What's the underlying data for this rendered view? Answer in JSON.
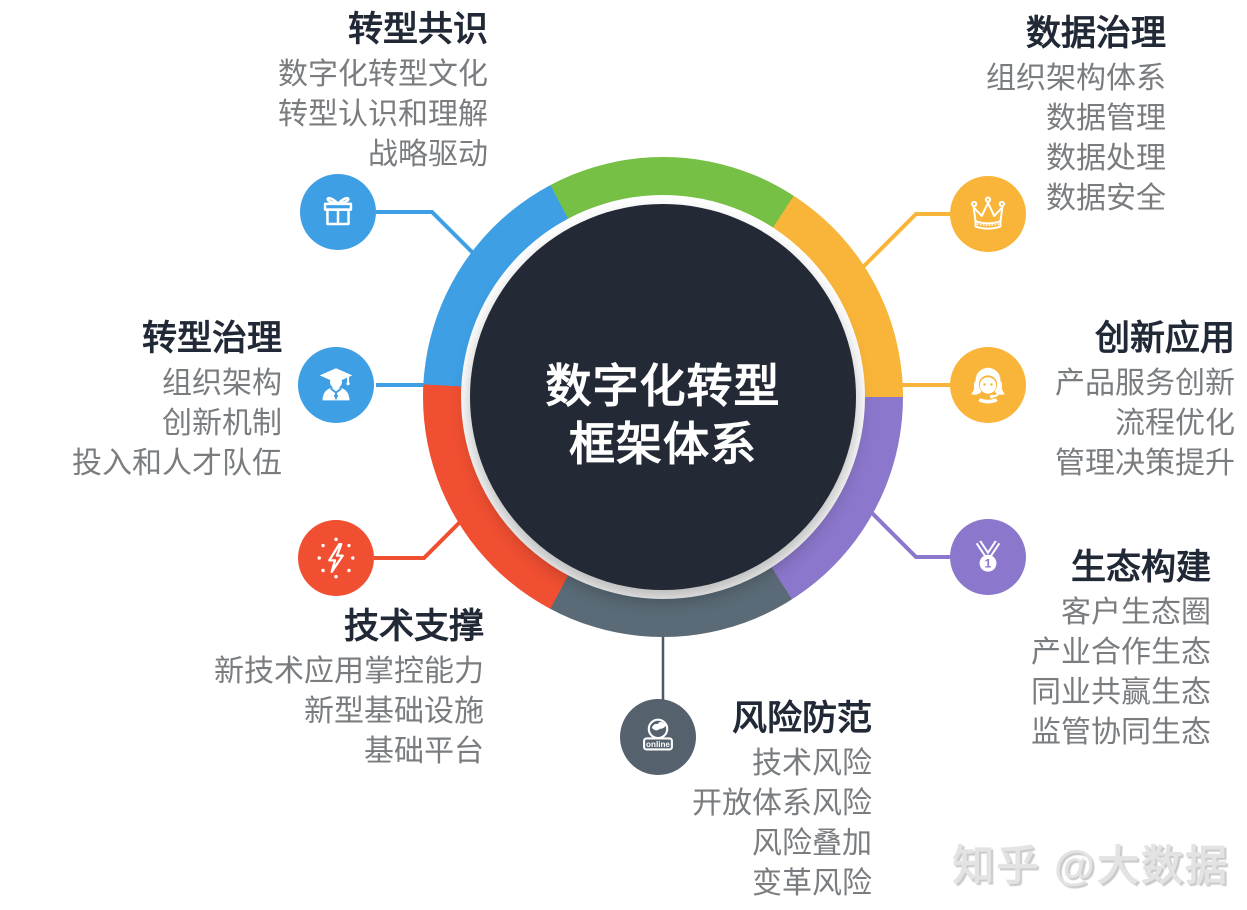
{
  "center": {
    "line1": "数字化转型",
    "line2": "框架体系"
  },
  "watermark": "知乎 @大数据",
  "sections": [
    {
      "id": "consensus",
      "title": "转型共识",
      "icon": "gift-icon",
      "color": "#3e9fe5",
      "items": [
        "数字化转型文化",
        "转型认识和理解",
        "战略驱动"
      ]
    },
    {
      "id": "data-governance",
      "title": "数据治理",
      "icon": "crown-icon",
      "color": "#f9b53a",
      "items": [
        "组织架构体系",
        "数据管理",
        "数据处理",
        "数据安全"
      ]
    },
    {
      "id": "transformation-governance",
      "title": "转型治理",
      "icon": "graduate-icon",
      "color": "#3e9fe5",
      "items": [
        "组织架构",
        "创新机制",
        "投入和人才队伍"
      ]
    },
    {
      "id": "innovation",
      "title": "创新应用",
      "icon": "customer-service-icon",
      "color": "#f9b53a",
      "items": [
        "产品服务创新",
        "流程优化",
        "管理决策提升"
      ]
    },
    {
      "id": "tech-support",
      "title": "技术支撑",
      "icon": "spark-icon",
      "color": "#f04f31",
      "items": [
        "新技术应用掌控能力",
        "新型基础设施",
        "基础平台"
      ]
    },
    {
      "id": "ecosystem",
      "title": "生态构建",
      "icon": "medal-icon",
      "color": "#8b77cb",
      "items": [
        "客户生态圈",
        "产业合作生态",
        "同业共赢生态",
        "监管协同生态"
      ]
    },
    {
      "id": "risk",
      "title": "风险防范",
      "icon": "globe-online-icon",
      "color": "#55626e",
      "items": [
        "技术风险",
        "开放体系风险",
        "风险叠加",
        "变革风险"
      ]
    }
  ],
  "icon_labels": {
    "medal_rank": "1",
    "globe_badge": "online"
  },
  "colors": {
    "blue": "#3e9fe5",
    "green": "#76c045",
    "yellow": "#f9b53a",
    "red": "#f04f31",
    "purple": "#8b77cb",
    "slate": "#55626e",
    "core": "#232a35",
    "heading": "#212936",
    "item_text": "#7a7d80"
  }
}
